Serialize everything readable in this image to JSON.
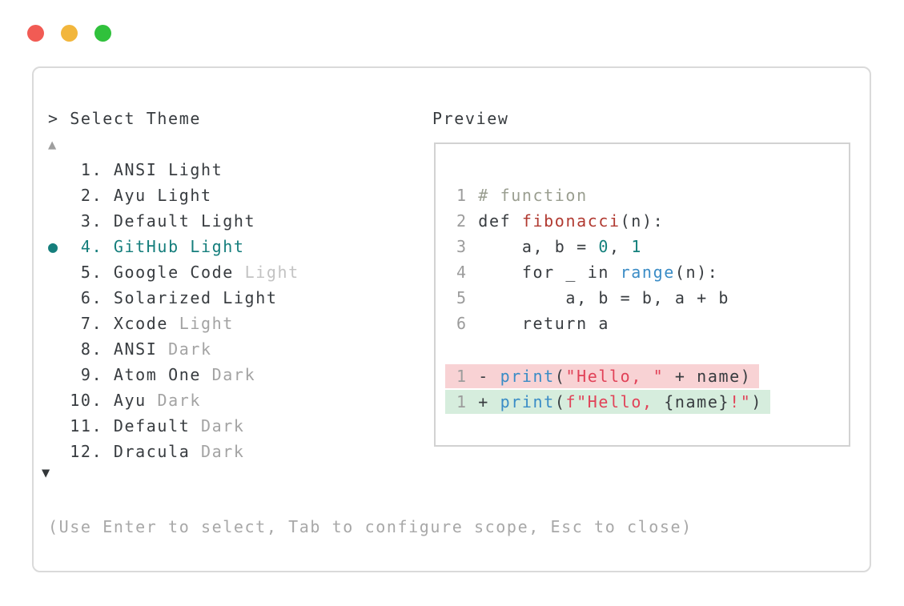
{
  "palette": {
    "dark": "#383c40",
    "teal": "#157e7c",
    "muted": "#a3a3a3",
    "faint": "#c3c3c3",
    "lineno": "#9c9c9c",
    "comment": "#9a9e90",
    "func": "#b13a31",
    "number": "#13807c",
    "builtin": "#3a8cc6",
    "string": "#e14258",
    "removed_bg": "#f8d2d4",
    "added_bg": "#d6eddd",
    "hint": "#a8a8a8",
    "arrow_up": "#9e9e9e",
    "arrow_down": "#333739",
    "window_border": "#dadada",
    "box_border": "#d2d2d2"
  },
  "traffic_lights": [
    {
      "name": "close",
      "color": "#f15b54"
    },
    {
      "name": "minimize",
      "color": "#f2b63c"
    },
    {
      "name": "maximize",
      "color": "#30c13c"
    }
  ],
  "selector": {
    "prompt": "> Select Theme",
    "up_arrow": "▲",
    "down_arrow": "▼",
    "hint": "(Use Enter to select, Tab to configure scope, Esc to close)",
    "selected_bullet": "●",
    "items": [
      {
        "number": "1.",
        "selected": false,
        "segments": [
          {
            "text": "ANSI Light",
            "color": "dark"
          }
        ]
      },
      {
        "number": "2.",
        "selected": false,
        "segments": [
          {
            "text": "Ayu Light",
            "color": "dark"
          }
        ]
      },
      {
        "number": "3.",
        "selected": false,
        "segments": [
          {
            "text": "Default Light",
            "color": "dark"
          }
        ]
      },
      {
        "number": "4.",
        "selected": true,
        "segments": [
          {
            "text": "GitHub Light",
            "color": "teal"
          }
        ]
      },
      {
        "number": "5.",
        "selected": false,
        "segments": [
          {
            "text": "Google Code ",
            "color": "dark"
          },
          {
            "text": "Light",
            "color": "faint"
          }
        ]
      },
      {
        "number": "6.",
        "selected": false,
        "segments": [
          {
            "text": "Solarized Light",
            "color": "dark"
          }
        ]
      },
      {
        "number": "7.",
        "selected": false,
        "segments": [
          {
            "text": "Xcode ",
            "color": "dark"
          },
          {
            "text": "Light",
            "color": "muted"
          }
        ]
      },
      {
        "number": "8.",
        "selected": false,
        "segments": [
          {
            "text": "ANSI ",
            "color": "dark"
          },
          {
            "text": "Dark",
            "color": "muted"
          }
        ]
      },
      {
        "number": "9.",
        "selected": false,
        "segments": [
          {
            "text": "Atom One ",
            "color": "dark"
          },
          {
            "text": "Dark",
            "color": "muted"
          }
        ]
      },
      {
        "number": "10.",
        "selected": false,
        "segments": [
          {
            "text": "Ayu ",
            "color": "dark"
          },
          {
            "text": "Dark",
            "color": "muted"
          }
        ]
      },
      {
        "number": "11.",
        "selected": false,
        "segments": [
          {
            "text": "Default ",
            "color": "dark"
          },
          {
            "text": "Dark",
            "color": "muted"
          }
        ]
      },
      {
        "number": "12.",
        "selected": false,
        "segments": [
          {
            "text": "Dracula ",
            "color": "dark"
          },
          {
            "text": "Dark",
            "color": "muted"
          }
        ]
      }
    ]
  },
  "preview": {
    "label": "Preview",
    "code_lines": [
      {
        "num": "1",
        "tokens": [
          {
            "text": "# function",
            "color": "comment"
          }
        ]
      },
      {
        "num": "2",
        "tokens": [
          {
            "text": "def ",
            "color": "dark"
          },
          {
            "text": "fibonacci",
            "color": "func"
          },
          {
            "text": "(n):",
            "color": "dark"
          }
        ]
      },
      {
        "num": "3",
        "tokens": [
          {
            "text": "    a, b = ",
            "color": "dark"
          },
          {
            "text": "0",
            "color": "number"
          },
          {
            "text": ", ",
            "color": "dark"
          },
          {
            "text": "1",
            "color": "number"
          }
        ]
      },
      {
        "num": "4",
        "tokens": [
          {
            "text": "    for _ in ",
            "color": "dark"
          },
          {
            "text": "range",
            "color": "builtin"
          },
          {
            "text": "(n):",
            "color": "dark"
          }
        ]
      },
      {
        "num": "5",
        "tokens": [
          {
            "text": "        a, b = b, a + b",
            "color": "dark"
          }
        ]
      },
      {
        "num": "6",
        "tokens": [
          {
            "text": "    return a",
            "color": "dark"
          }
        ]
      }
    ],
    "diff_lines": [
      {
        "num": "1",
        "type": "removed",
        "tokens": [
          {
            "text": "- ",
            "color": "dark"
          },
          {
            "text": "print",
            "color": "builtin"
          },
          {
            "text": "(",
            "color": "dark"
          },
          {
            "text": "\"Hello, \"",
            "color": "string"
          },
          {
            "text": " + name)",
            "color": "dark"
          }
        ]
      },
      {
        "num": "1",
        "type": "added",
        "tokens": [
          {
            "text": "+ ",
            "color": "dark"
          },
          {
            "text": "print",
            "color": "builtin"
          },
          {
            "text": "(",
            "color": "dark"
          },
          {
            "text": "f\"Hello, ",
            "color": "string"
          },
          {
            "text": "{name}",
            "color": "dark"
          },
          {
            "text": "!\"",
            "color": "string"
          },
          {
            "text": ")",
            "color": "dark"
          }
        ]
      }
    ]
  }
}
